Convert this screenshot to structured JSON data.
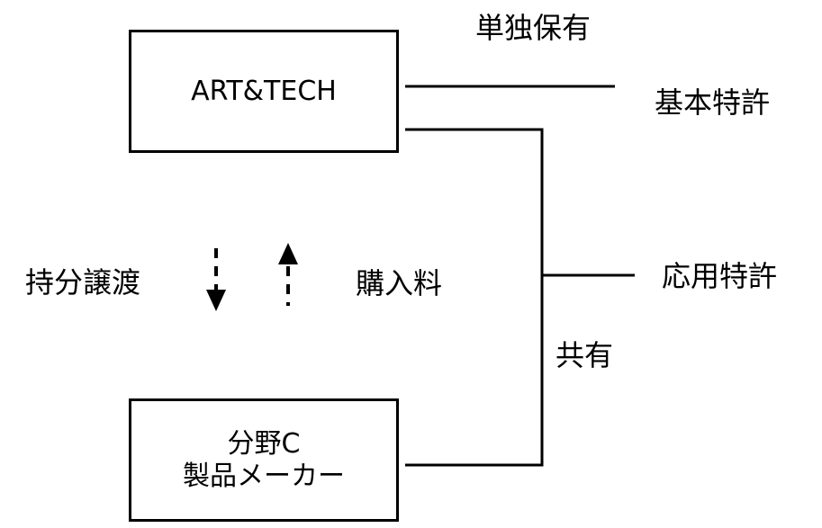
{
  "nodes": {
    "company": {
      "label": "ART&TECH"
    },
    "maker": {
      "line1": "分野C",
      "line2": "製品メーカー"
    }
  },
  "labels": {
    "sole_ownership": "単独保有",
    "basic_patent": "基本特許",
    "applied_patent": "応用特許",
    "joint_ownership": "共有",
    "share_transfer": "持分譲渡",
    "purchase_fee": "購入料"
  },
  "colors": {
    "line": "#000000",
    "background": "#ffffff"
  }
}
